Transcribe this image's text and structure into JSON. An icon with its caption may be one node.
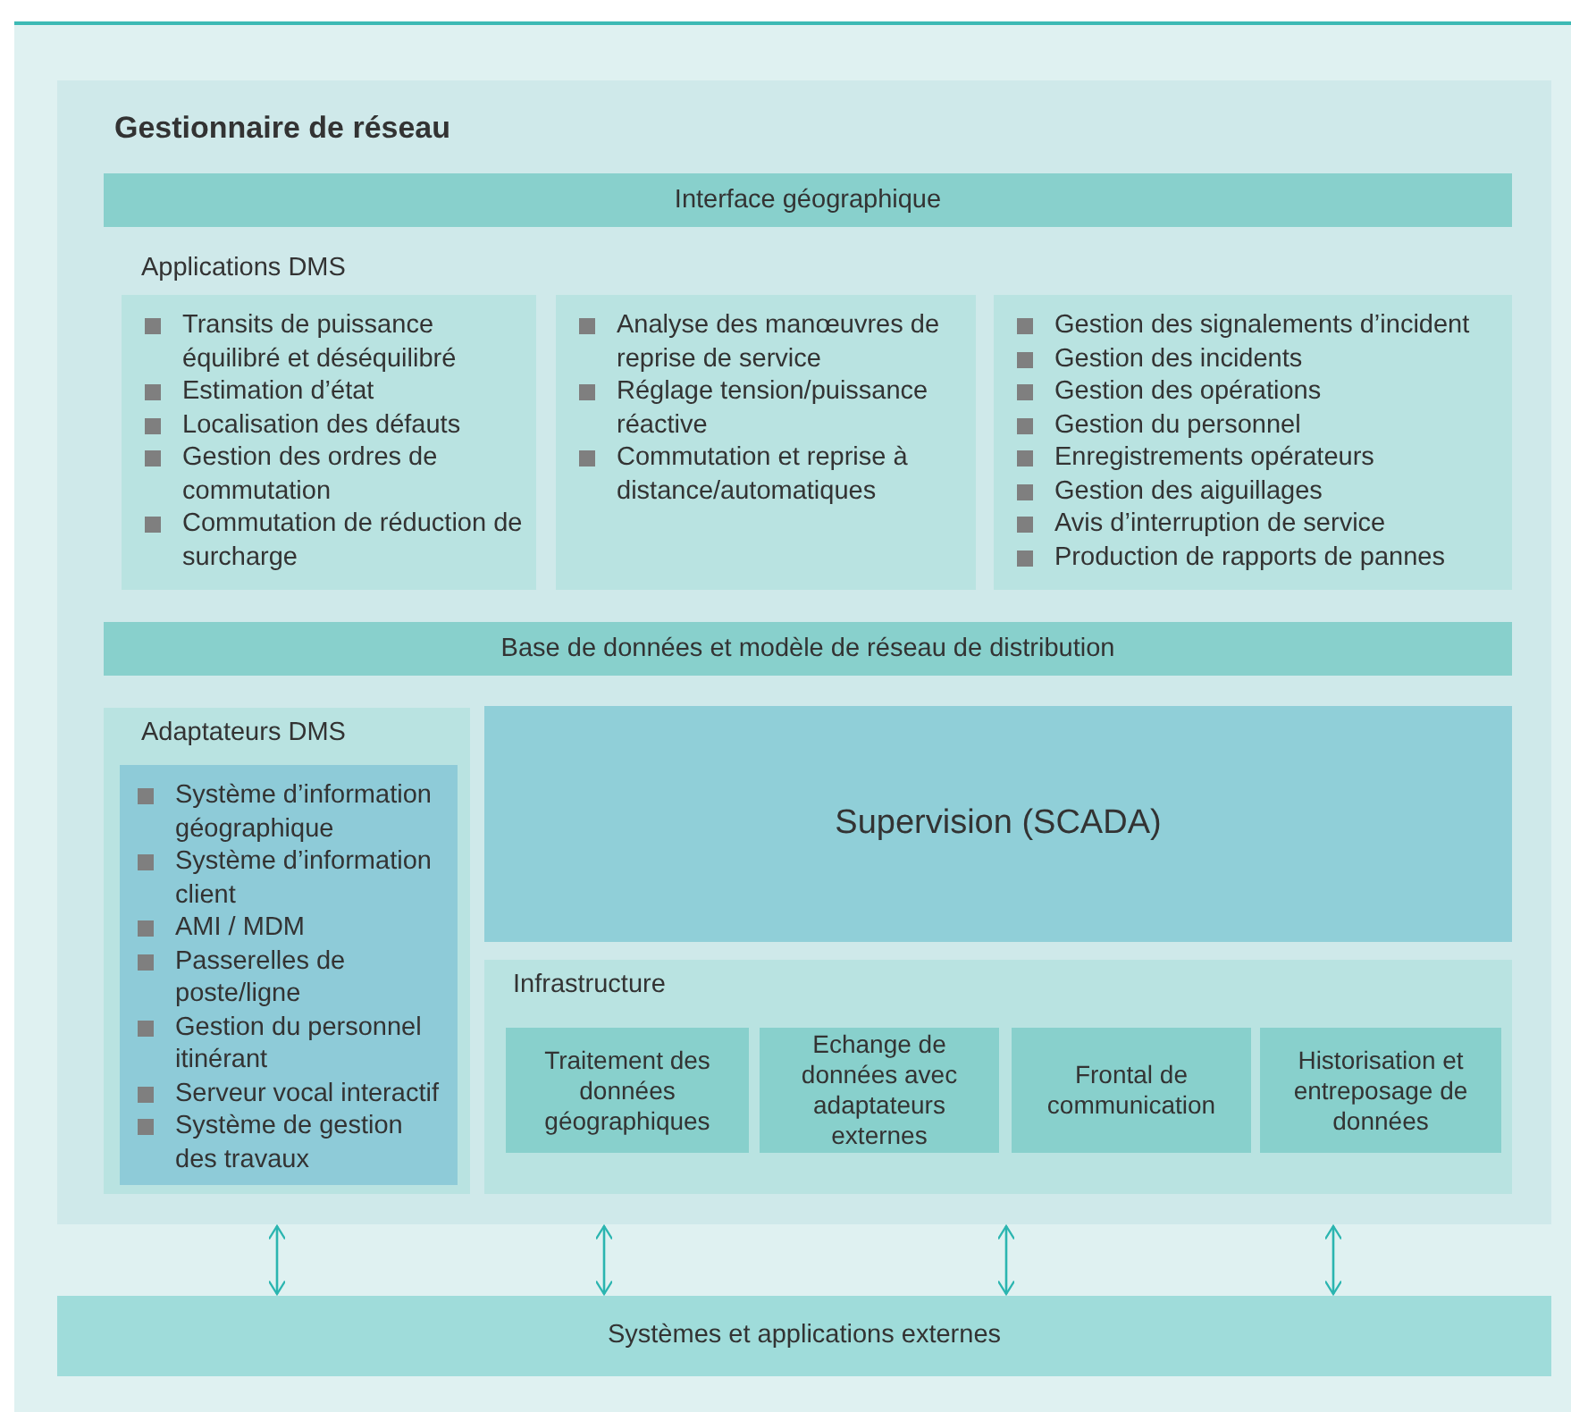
{
  "diagram": {
    "nodes": [
      {
        "text": [
          "Gestionnaire de réseau"
        ]
      },
      {
        "text": [
          "Interface géographique"
        ],
        "in": 0
      },
      {
        "text": [
          "Applications DMS"
        ],
        "in": 0
      },
      {
        "text": [
          "Transits de puissance équilibré et déséquilibré",
          "Estimation d’état",
          "Localisation des défauts",
          "Gestion des ordres de commutation",
          "Commutation de réduction de surcharge"
        ],
        "in": 2
      },
      {
        "text": [
          "Analyse des manœuvres de reprise de service",
          "Réglage tension/puissance réactive",
          "Commutation et reprise à distance/automatiques"
        ],
        "in": 2
      },
      {
        "text": [
          "Gestion des signalements d’incident",
          "Gestion des incidents",
          "Gestion des opérations",
          "Gestion du personnel",
          "Enregistrements opérateurs",
          "Gestion des aiguillages",
          "Avis d’interruption de service",
          "Production de rapports de pannes"
        ],
        "in": 2
      },
      {
        "text": [
          "Base de données et modèle de réseau de distribution"
        ],
        "in": 0
      },
      {
        "text": [
          "Adaptateurs DMS"
        ],
        "in": 0
      },
      {
        "text": [
          "Système d’information géographique",
          "Système d’information client",
          "AMI / MDM",
          "Passerelles de poste/ligne",
          "Gestion du personnel itinérant",
          "Serveur vocal interactif",
          "Système de gestion des travaux"
        ],
        "in": 7
      },
      {
        "text": [
          "Supervision (SCADA)"
        ],
        "in": 0
      },
      {
        "text": [
          "Infrastructure"
        ],
        "in": 0
      },
      {
        "text": [
          "Traitement des données géographiques"
        ],
        "in": 10
      },
      {
        "text": [
          "Echange de données avec adaptateurs externes"
        ],
        "in": 10
      },
      {
        "text": [
          "Frontal de communication"
        ],
        "in": 10
      },
      {
        "text": [
          "Historisation et entreposage de données"
        ],
        "in": 10
      },
      {
        "text": [
          "Systèmes et applications externes"
        ]
      }
    ],
    "edges": [
      {
        "from": 0,
        "to": 15,
        "arrow": "both"
      },
      {
        "from": 0,
        "to": 15,
        "arrow": "both"
      },
      {
        "from": 0,
        "to": 15,
        "arrow": "both"
      },
      {
        "from": 0,
        "to": 15,
        "arrow": "both"
      }
    ]
  }
}
